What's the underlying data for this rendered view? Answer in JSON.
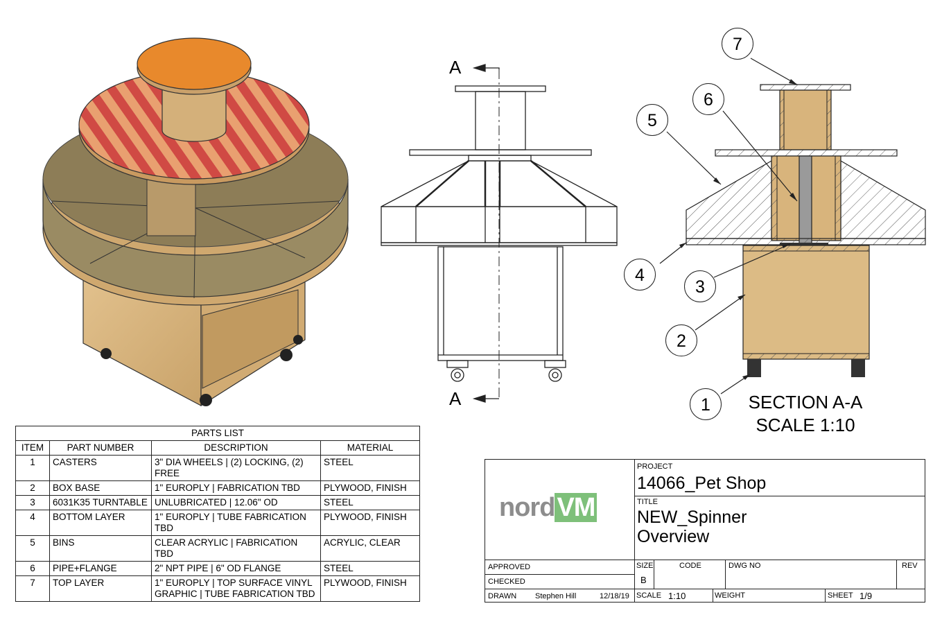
{
  "section_marker": "A",
  "section_title": "SECTION A-A",
  "section_scale": "SCALE 1:10",
  "balloons": [
    "1",
    "2",
    "3",
    "4",
    "5",
    "6",
    "7"
  ],
  "parts_list": {
    "title": "PARTS LIST",
    "headers": [
      "ITEM",
      "PART NUMBER",
      "DESCRIPTION",
      "MATERIAL"
    ],
    "rows": [
      {
        "item": "1",
        "part": "CASTERS",
        "desc": "3\" DIA WHEELS | (2) LOCKING, (2) FREE",
        "material": "STEEL"
      },
      {
        "item": "2",
        "part": "BOX BASE",
        "desc": "1\" EUROPLY | FABRICATION TBD",
        "material": "PLYWOOD, FINISH"
      },
      {
        "item": "3",
        "part": "6031K35 TURNTABLE",
        "desc": "UNLUBRICATED | 12.06\" OD",
        "material": "STEEL"
      },
      {
        "item": "4",
        "part": "BOTTOM LAYER",
        "desc": "1\" EUROPLY | TUBE FABRICATION TBD",
        "material": "PLYWOOD, FINISH"
      },
      {
        "item": "5",
        "part": "BINS",
        "desc": "CLEAR ACRYLIC | FABRICATION TBD",
        "material": "ACRYLIC, CLEAR"
      },
      {
        "item": "6",
        "part": "PIPE+FLANGE",
        "desc": "2\" NPT PIPE | 6\" OD FLANGE",
        "material": "STEEL"
      },
      {
        "item": "7",
        "part": "TOP LAYER",
        "desc": "1\" EUROPLY | TOP SURFACE VINYL GRAPHIC | TUBE FABRICATION TBD",
        "material": "PLYWOOD, FINISH"
      }
    ]
  },
  "title_block": {
    "logo_prefix": "nord",
    "logo_suffix": "VM",
    "project_label": "PROJECT",
    "project": "14066_Pet Shop",
    "title_label": "TITLE",
    "title_line1": "NEW_Spinner",
    "title_line2": "Overview",
    "approved_label": "APPROVED",
    "checked_label": "CHECKED",
    "drawn_label": "DRAWN",
    "drawn_by": "Stephen Hill",
    "drawn_date": "12/18/19",
    "size_label": "SIZE",
    "size": "B",
    "code_label": "CODE",
    "dwg_label": "DWG NO",
    "rev_label": "REV",
    "scale_label": "SCALE",
    "scale": "1:10",
    "weight_label": "WEIGHT",
    "sheet_label": "SHEET",
    "sheet": "1/9"
  },
  "colors": {
    "wood": "#d7b37c",
    "top_disc": "#e8892c",
    "stripe_red": "#d04a44",
    "stripe_light": "#e9a070",
    "acrylic": "#8a7a55",
    "logo_grey": "#8d8d8d",
    "logo_green": "#7ec07a"
  }
}
